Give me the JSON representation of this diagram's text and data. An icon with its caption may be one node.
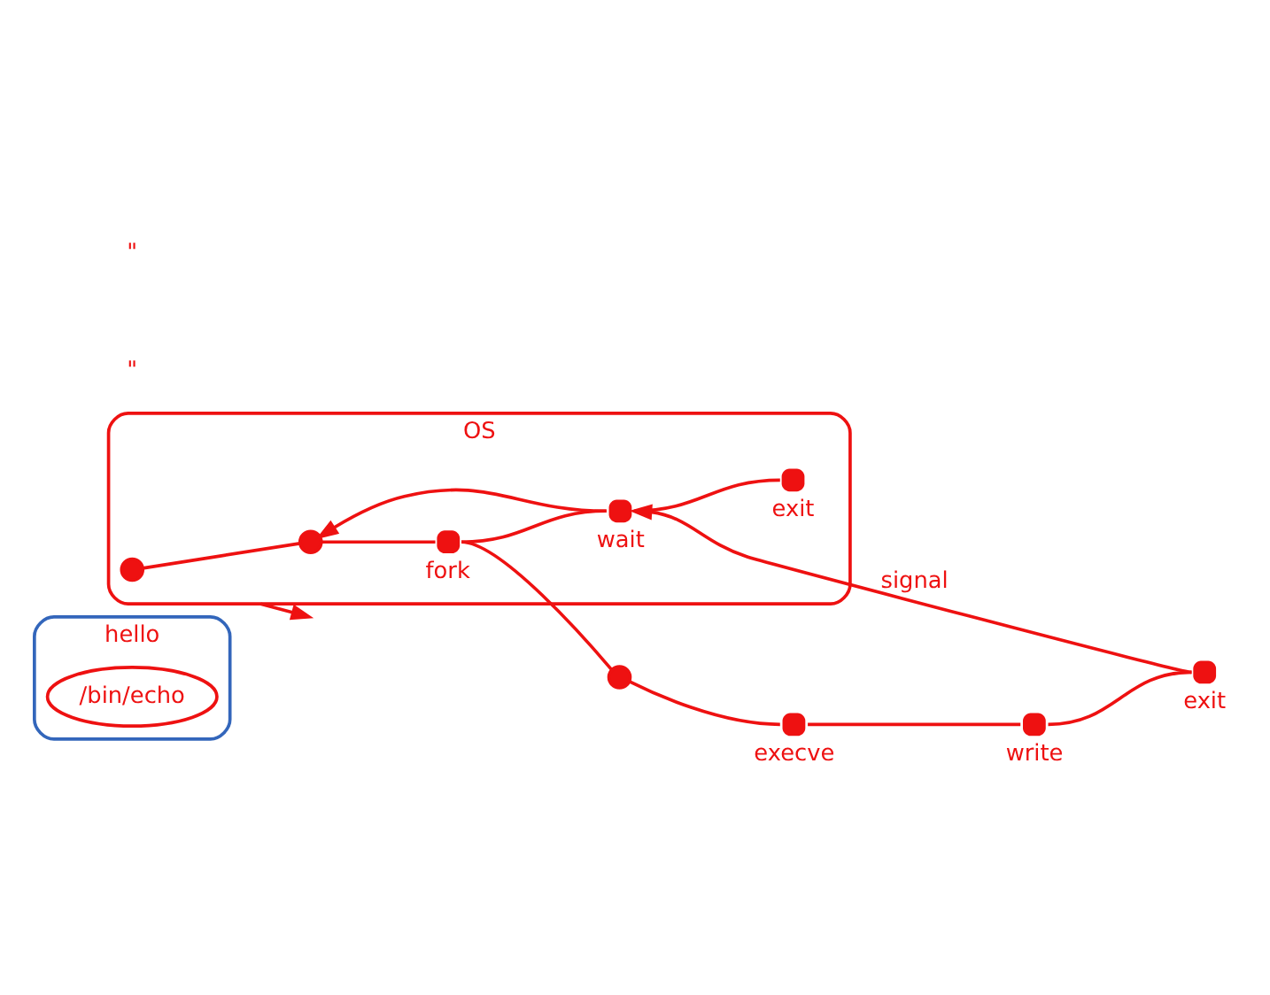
{
  "diagram": {
    "nodes": [
      {
        "text": [
          "hello"
        ]
      },
      {
        "text": [
          "/bin/echo"
        ],
        "in": 0
      },
      {
        "text": [
          "OS"
        ]
      },
      {
        "text": [],
        "shape": "circle",
        "in": 2
      },
      {
        "text": [],
        "shape": "circle",
        "in": 2
      },
      {
        "text": [],
        "shape": "circle",
        "in": 2,
        "beside": [
          "fork"
        ]
      },
      {
        "text": [],
        "shape": "circle",
        "in": 2,
        "beside": [
          "wait"
        ]
      },
      {
        "text": [],
        "shape": "circle",
        "in": 2,
        "beside": [
          "exit"
        ]
      },
      {
        "text": [],
        "shape": "circle"
      },
      {
        "text": [],
        "shape": "circle",
        "beside": [
          "execve"
        ]
      },
      {
        "text": [],
        "shape": "circle",
        "beside": [
          "write"
        ]
      },
      {
        "text": [],
        "shape": "circle",
        "beside": [
          "exit"
        ]
      }
    ],
    "edges": [
      {
        "from": 8,
        "to": 9,
        "arrow": "none"
      },
      {
        "from": 9,
        "to": 10,
        "arrow": "none"
      },
      {
        "from": 10,
        "to": 11,
        "arrow": "none"
      },
      {
        "from": 5,
        "to": 8,
        "arrow": "none"
      },
      {
        "from": 3,
        "to": 4,
        "arrow": "none"
      },
      {
        "from": 4,
        "to": 5,
        "arrow": "none"
      },
      {
        "from": 5,
        "to": 6,
        "arrow": "none"
      },
      {
        "from": 6,
        "to": 7,
        "arrow": "none"
      },
      {
        "from": 11,
        "to": 6,
        "arrow": "to",
        "label": "signal"
      },
      {
        "from": 6,
        "to": 4,
        "arrow": "to"
      },
      {
        "from": 2,
        "to": null,
        "arrow": "to"
      }
    ],
    "labels": [
      "\"",
      "\""
    ]
  }
}
